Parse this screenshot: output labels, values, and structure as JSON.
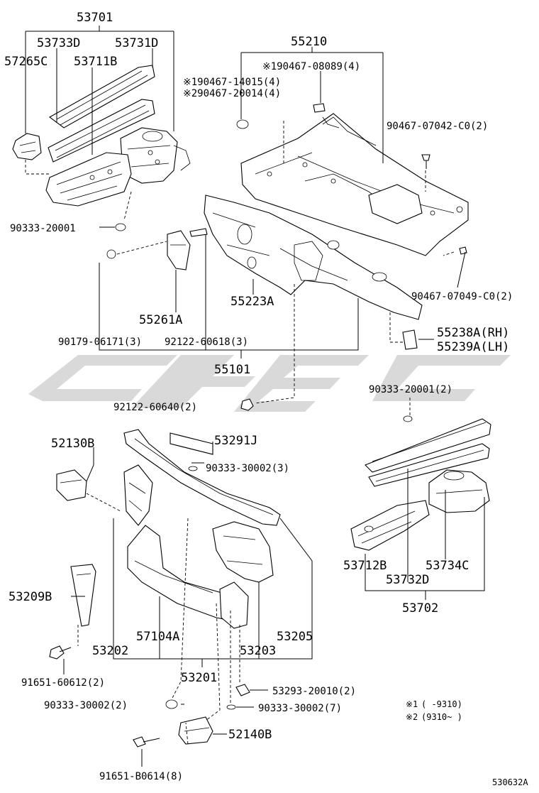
{
  "diagram": {
    "watermark": "",
    "drawing_id": "530632A",
    "legend": [
      {
        "mark": "※1",
        "range": "(      -9310)"
      },
      {
        "mark": "※2",
        "range": "(9310~      )"
      }
    ],
    "labels": {
      "p53701": "53701",
      "p53733D": "53733D",
      "p53731D": "53731D",
      "p57265C": "57265C",
      "p53711B": "53711B",
      "p90333_20001_a": "90333-20001",
      "p55210": "55210",
      "p90467_08089": "※190467-08089(4)",
      "p90467_14015": "※190467-14015(4)",
      "p90467_20014": "※290467-20014(4)",
      "p90467_07042": "90467-07042-C0(2)",
      "p90467_07049": "90467-07049-C0(2)",
      "p55261A": "55261A",
      "p55223A": "55223A",
      "p90179_06171": "90179-06171(3)",
      "p92122_60618": "92122-60618(3)",
      "p55238A": "55238A(RH)",
      "p55239A": "55239A(LH)",
      "p55101": "55101",
      "p92122_60640": "92122-60640(2)",
      "p90333_20001_b": "90333-20001(2)",
      "p52130B": "52130B",
      "p53291J": "53291J",
      "p90333_30002_3": "90333-30002(3)",
      "p53209B": "53209B",
      "p53712B": "53712B",
      "p53734C": "53734C",
      "p53732D": "53732D",
      "p53702": "53702",
      "p57104A": "57104A",
      "p53205": "53205",
      "p53202": "53202",
      "p53203": "53203",
      "p91651_60612": "91651-60612(2)",
      "p53201": "53201",
      "p53293_20010": "53293-20010(2)",
      "p90333_30002_2": "90333-30002(2)",
      "p90333_30002_7": "90333-30002(7)",
      "p52140B": "52140B",
      "p91651_B0614": "91651-B0614(8)"
    }
  }
}
